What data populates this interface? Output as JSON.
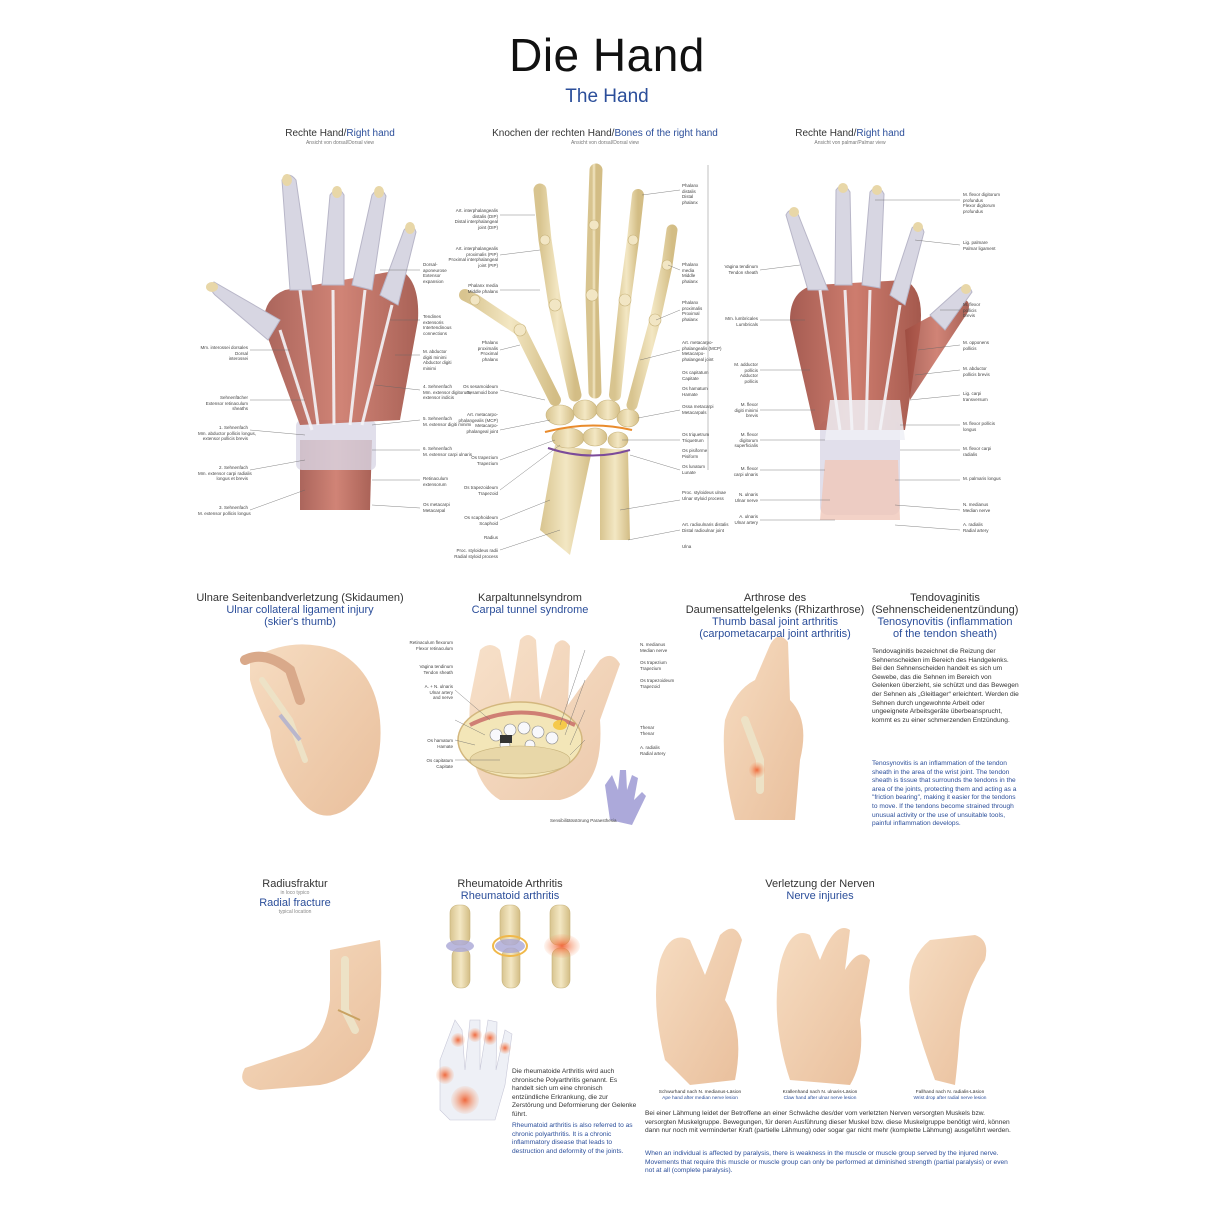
{
  "header": {
    "title": "Die Hand",
    "subtitle": "The Hand"
  },
  "panels": {
    "dorsal": {
      "title_de": "Rechte Hand/",
      "title_en": "Right hand",
      "view": "Ansicht von dorsal/Dorsal view"
    },
    "bones": {
      "title_de": "Knochen der rechten Hand/",
      "title_en": "Bones of the right hand",
      "view": "Ansicht von dorsal/Dorsal view"
    },
    "palmar": {
      "title_de": "Rechte Hand/",
      "title_en": "Right hand",
      "view": "Ansicht von palmar/Palmar view"
    }
  },
  "sections": {
    "ulnar": {
      "de": "Ulnare Seitenbandverletzung (Skidaumen)",
      "en1": "Ulnar collateral ligament injury",
      "en2": "(skier's thumb)"
    },
    "carpal": {
      "de": "Karpaltunnelsyndrom",
      "en": "Carpal tunnel syndrome"
    },
    "arthrose": {
      "de1": "Arthrose des",
      "de2": "Daumensattelgelenks (Rhizarthrose)",
      "en1": "Thumb basal joint arthritis",
      "en2": "(carpometacarpal joint arthritis)"
    },
    "tendo": {
      "de1": "Tendovaginitis",
      "de2": "(Sehnenscheidenentzündung)",
      "en1": "Tenosynovitis (inflammation",
      "en2": "of the tendon sheath)"
    },
    "radius": {
      "de": "Radiusfraktur",
      "de_small": "in loco typico",
      "en": "Radial fracture",
      "en_small": "typical location"
    },
    "rheuma": {
      "de": "Rheumatoide Arthritis",
      "en": "Rheumatoid arthritis"
    },
    "nerven": {
      "de": "Verletzung der Nerven",
      "en": "Nerve injuries"
    }
  },
  "texts": {
    "tendo_de": "Tendovaginitis bezeichnet die Reizung der Sehnenscheiden im Bereich des Handgelenks. Bei den Sehnenscheiden handelt es sich um Gewebe, das die Sehnen im Bereich von Gelenken überzieht, sie schützt und das Bewegen der Sehnen als „Gleitlager“ erleichtert. Werden die Sehnen durch ungewohnte Arbeit oder ungeeignete Arbeitsgeräte überbeansprucht, kommt es zu einer schmerzenden Entzündung.",
    "tendo_en": "Tenosynovitis is an inflammation of the tendon sheath in the area of the wrist joint. The tendon sheath is tissue that surrounds the tendons in the area of the joints, protecting them and acting as a \"friction bearing\", making it easier for the tendons to move. If the tendons become strained through unusual activity or the use of unsuitable tools, painful inflammation develops.",
    "rheuma_de": "Die rheumatoide Arthritis wird auch chronische Polyarthritis genannt. Es handelt sich um eine chronisch entzündliche Erkrankung, die zur Zerstörung und Deformierung der Gelenke führt.",
    "rheuma_en": "Rheumatoid arthritis is also referred to as chronic polyarthritis. It is a chronic inflammatory disease that leads to destruction and deformity of the joints.",
    "nerven_de": "Bei einer Lähmung leidet der Betroffene an einer Schwäche des/der vom verletzten Nerven versorgten Muskels bzw. versorgten Muskelgruppe. Bewegungen, für deren Ausführung dieser Muskel bzw. diese Muskelgruppe benötigt wird, können dann nur noch mit verminderter Kraft (partielle Lähmung) oder sogar gar nicht mehr (komplette Lähmung) ausgeführt werden.",
    "nerven_en": "When an individual is affected by paralysis, there is weakness in the muscle or muscle group served by the injured nerve. Movements that require this muscle or muscle group can only be performed at diminished strength (partial paralysis) or even not at all (complete paralysis)."
  },
  "captions": {
    "nerve1_de": "Schwurhand nach N. medianus-Läsion",
    "nerve1_en": "Ape hand after median nerve lesion",
    "nerve2_de": "Krallenhand nach N. ulnaris-Läsion",
    "nerve2_en": "Claw hand after ulnar nerve lesion",
    "nerve3_de": "Fallhand nach N. radialis-Läsion",
    "nerve3_en": "Wrist drop after radial nerve lesion",
    "carpal_small": "Sensibilitätsstörung Paraesthesia"
  },
  "labels": {
    "dorsal_left": [
      "Mm. interossei dorsales\nDorsal\ninterossei",
      "Sehnenfächer\nExtensor retinaculum\nsheaths",
      "1. Sehnenfach\nMm. abductor pollicis longus,\nextensor pollicis brevis",
      "2. Sehnenfach\nMm. extensor carpi radialis\nlongus et brevis",
      "3. Sehnenfach\nM. extensor pollicis longus"
    ],
    "dorsal_right": [
      "Dorsal-\naponeurose\nExtensor\nexpansion",
      "Tendines\nextensoris\nIntertendinous\nconnections",
      "M. abductor\ndigiti minimi\nAbductor digiti\nminimi",
      "4. Sehnenfach\nMm. extensor digitorum,\nextensor indicis",
      "5. Sehnenfach\nM. extensor digiti minimi",
      "6. Sehnenfach\nM. extensor carpi ulnaris",
      "Retinaculum\nextensorum",
      "Os metacarpi\nMetacarpal"
    ],
    "bones_left": [
      "Art. interphalangealis\ndistalis (DIP)\nDistal interphalangeal\njoint (DIP)",
      "Art. interphalangealis\nproximalis (PIP)\nProximal interphalangeal\njoint (PIP)",
      "Phalanx media\nMiddle phalanx",
      "Phalanx\nproximalis\nProximal\nphalanx",
      "Os sesamoideum\nSesamoid bone",
      "Art. metacarpo-\nphalangealis (MCP)\nMetacarpo-\nphalangeal joint",
      "Os trapezium\nTrapezium",
      "Os trapezoideum\nTrapezoid",
      "Os scaphoideum\nScaphoid",
      "Radius",
      "Proc. styloideus radii\nRadial styloid process"
    ],
    "bones_right": [
      "Phalanx\ndistalis\nDistal\nphalanx",
      "Phalanx\nmedia\nMiddle\nphalanx",
      "Phalanx\nproximalis\nProximal\nphalanx",
      "Art. metacarpo-\nphalangealis (MCP)\nMetacarpo-\nphalangeal joint",
      "Os capitatum\nCapitate",
      "Os hamatum\nHamate",
      "Ossa metacarpi\nMetacarpals",
      "Os triquetrum\nTriquetrum",
      "Os pisiforme\nPisiform",
      "Os lunatum\nLunate",
      "Proc. styloideus ulnae\nUlnar styloid process",
      "Art. radioulnaris distalis\nDistal radioulnar joint",
      "Ulna"
    ],
    "palmar_left": [
      "Vagina tendinum\nTendon sheath",
      "Mm. lumbricales\nLumbricals",
      "M. adductor\npollicis\nAdductor\npollicis",
      "M. flexor\ndigiti minimi\nbrevis",
      "M. flexor\ndigitorum\nsuperficialis",
      "M. flexor\ncarpi ulnaris",
      "N. ulnaris\nUlnar nerve",
      "A. ulnaris\nUlnar artery"
    ],
    "palmar_right": [
      "M. flexor digitorum\nprofundus\nFlexor digitorum\nprofundus",
      "Lig. palmare\nPalmar ligament",
      "M. flexor\npollicis\nbrevis",
      "M. opponens\npollicis",
      "M. abductor\npollicis brevis",
      "Lig. carpi\ntransversum",
      "M. flexor pollicis\nlongus",
      "M. flexor carpi\nradialis",
      "M. palmaris longus",
      "N. medianus\nMedian nerve",
      "A. radialis\nRadial artery"
    ],
    "carpal_left": [
      "Retinaculum flexorum\nFlexor retinaculum",
      "Vagina tendinum\nTendon sheath",
      "A. + N. ulnaris\nUlnar artery\nand nerve",
      "Os hamatum\nHamate",
      "Os capitatum\nCapitate"
    ],
    "carpal_right": [
      "N. medianus\nMedian nerve",
      "Os trapezium\nTrapezium",
      "Os trapezoideum\nTrapezoid",
      "Thenar\nThenar",
      "A. radialis\nRadial artery"
    ]
  },
  "colors": {
    "title": "#111111",
    "accent_blue": "#2b4e9a",
    "muscle": "#b4574a",
    "bone": "#e8d7a8",
    "skin": "#f2d2b3",
    "inflamed": "#ee7e4a"
  }
}
